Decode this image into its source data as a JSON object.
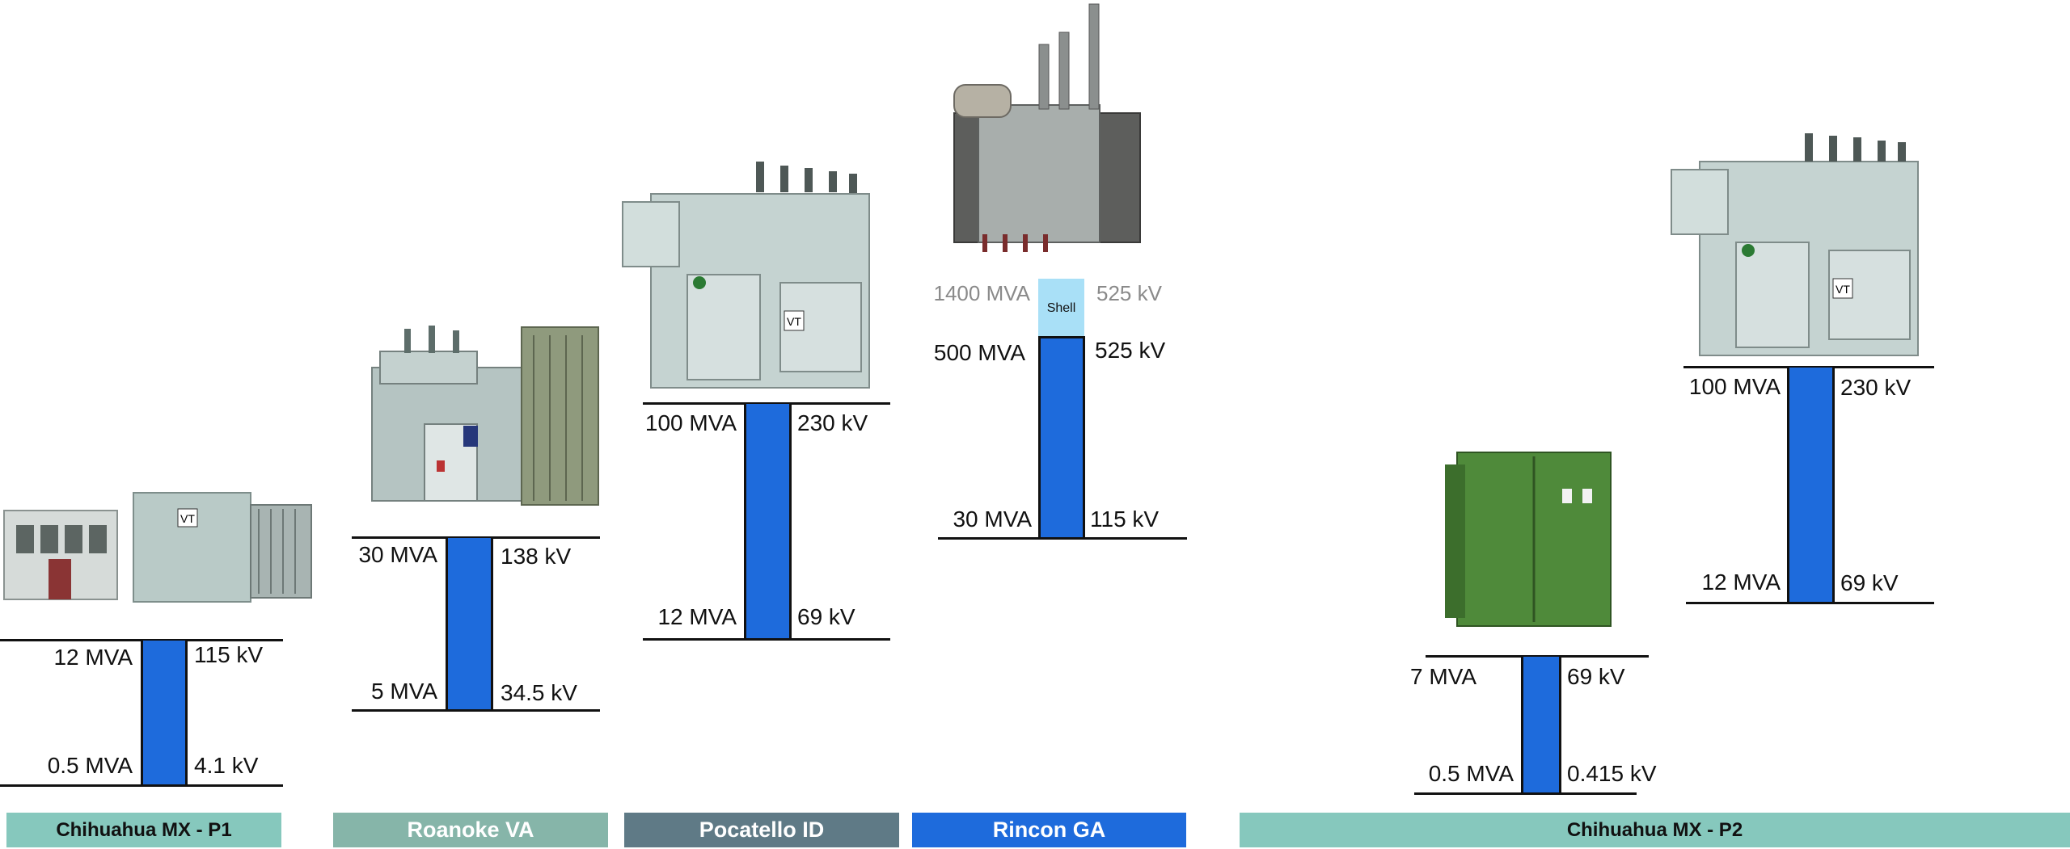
{
  "sites": [
    {
      "name": "Chihuahua MX - P1",
      "color": "#86c8bd",
      "text_color": "#111111",
      "top_mva": "12 MVA",
      "top_kv": "115 kV",
      "bottom_mva": "0.5 MVA",
      "bottom_kv": "4.1 kV"
    },
    {
      "name": "Roanoke VA",
      "color": "#86b5a9",
      "text_color": "#ffffff",
      "top_mva": "30 MVA",
      "top_kv": "138 kV",
      "bottom_mva": "5 MVA",
      "bottom_kv": "34.5 kV"
    },
    {
      "name": "Pocatello ID",
      "color": "#5f7a86",
      "text_color": "#ffffff",
      "top_mva": "100 MVA",
      "top_kv": "230 kV",
      "bottom_mva": "12 MVA",
      "bottom_kv": "69 kV"
    },
    {
      "name": "Rincon GA",
      "color": "#1e6bdc",
      "text_color": "#ffffff",
      "shell_mva": "1400 MVA",
      "shell_kv": "525 kV",
      "shell_label": "Shell",
      "top_mva": "500 MVA",
      "top_kv": "525 kV",
      "bottom_mva": "30 MVA",
      "bottom_kv": "115 kV"
    },
    {
      "name": "Chihuahua MX - P2",
      "color": "#86c8bd",
      "text_color": "#111111",
      "small": {
        "top_mva": "7 MVA",
        "top_kv": "69 kV",
        "bottom_mva": "0.5 MVA",
        "bottom_kv": "0.415 kV"
      },
      "large": {
        "top_mva": "100 MVA",
        "top_kv": "230 kV",
        "bottom_mva": "12 MVA",
        "bottom_kv": "69 kV"
      }
    }
  ],
  "colors": {
    "bar": "#1e6bdc",
    "shell": "#a9e0f7",
    "transformer_body": "#c9d8d6",
    "pad_mount": "#4f8a3a"
  },
  "image_badge": "VT"
}
